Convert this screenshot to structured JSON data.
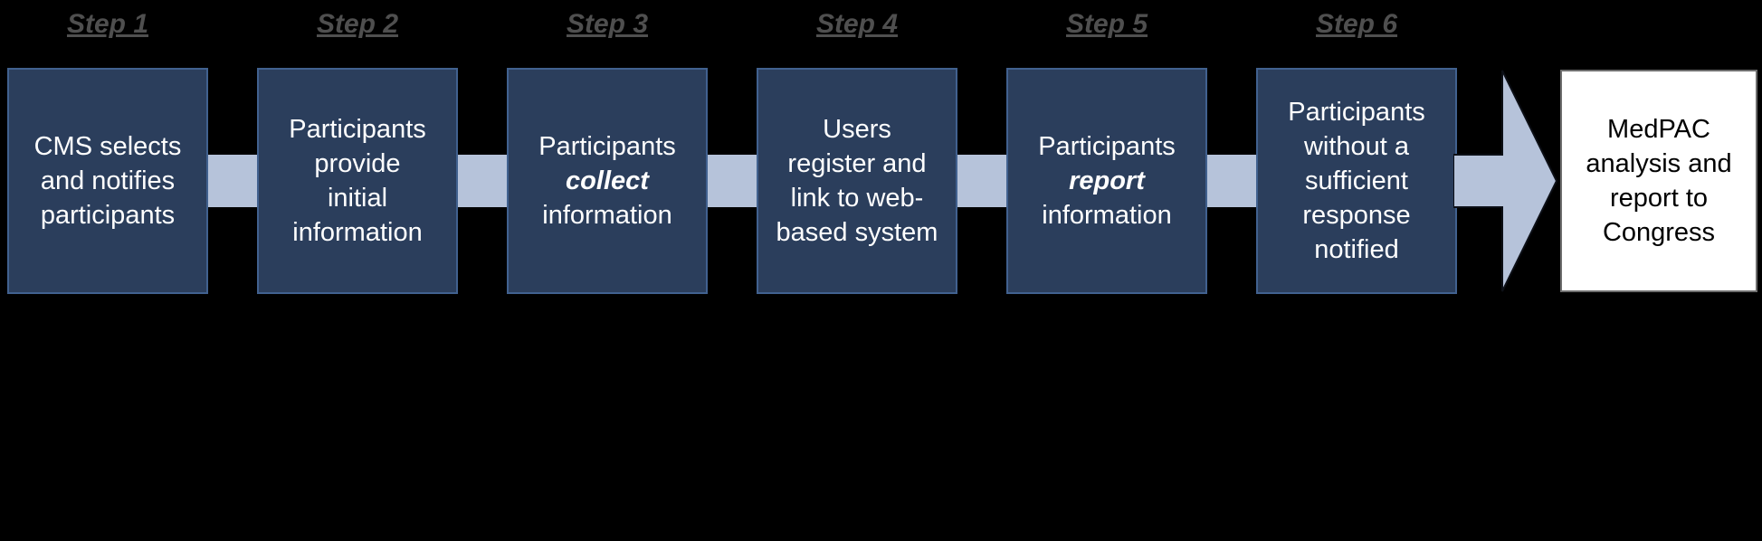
{
  "diagram": {
    "steps": [
      {
        "label": "Step 1",
        "pre": "CMS selects\nand notifies\nparticipants",
        "em": "",
        "post": ""
      },
      {
        "label": "Step 2",
        "pre": "Participants\nprovide\ninitial\ninformation",
        "em": "",
        "post": ""
      },
      {
        "label": "Step 3",
        "pre": "Participants\n",
        "em": "collect",
        "post": "\ninformation"
      },
      {
        "label": "Step 4",
        "pre": "Users\nregister and\nlink to web-\nbased system",
        "em": "",
        "post": ""
      },
      {
        "label": "Step 5",
        "pre": "Participants\n",
        "em": "report",
        "post": "\ninformation"
      },
      {
        "label": "Step 6",
        "pre": "Participants\nwithout a\nsufficient\nresponse\nnotified",
        "em": "",
        "post": ""
      }
    ],
    "outcome": "MedPAC\nanalysis and\nreport to\nCongress",
    "colors": {
      "box_fill": "#2b3e5c",
      "box_border": "#41618f",
      "box_text_color": "#ffffff",
      "connector_fill": "#b6c3da",
      "outcome_bg": "#ffffff",
      "step_label_color": "#4f4f4f"
    }
  }
}
